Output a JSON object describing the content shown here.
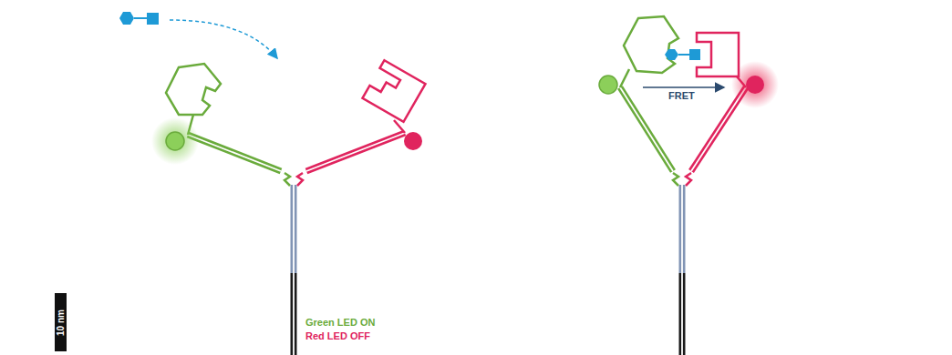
{
  "diagram": {
    "labels": [
      "10 nm",
      "FRET",
      "Green LED ON",
      "Red LED OFF"
    ]
  }
}
